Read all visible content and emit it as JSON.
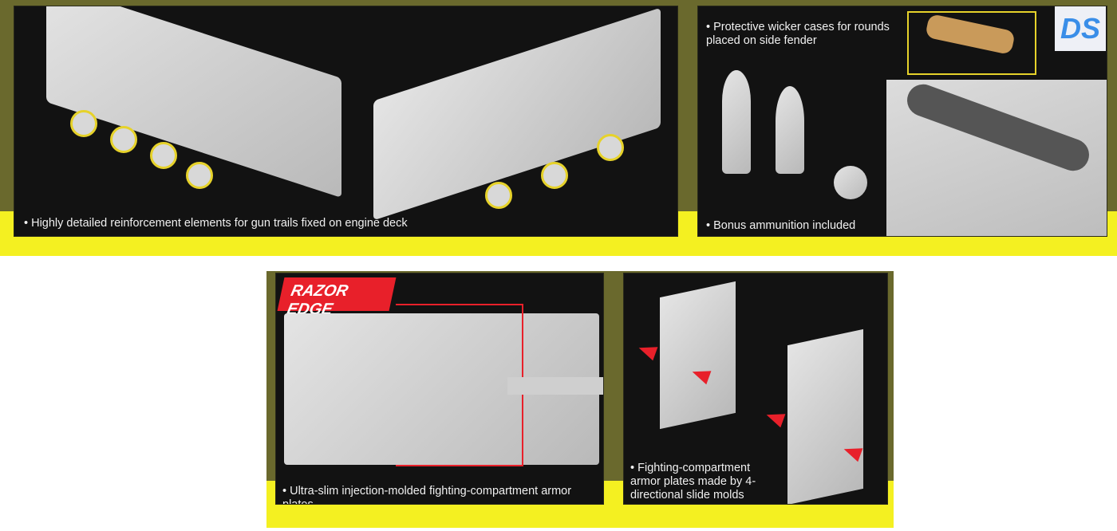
{
  "panels": {
    "engine_deck": {
      "caption": "Highly detailed reinforcement elements for gun trails fixed on engine deck"
    },
    "ammo": {
      "caption_top": "Protective wicker cases for rounds placed on side fender",
      "caption_bottom": "Bonus ammunition included"
    },
    "razor_edge": {
      "badge": "RAZOR EDGE",
      "caption": "Ultra-slim injection-molded fighting-compartment armor plates"
    },
    "armor_plates": {
      "caption": "Fighting-compartment armor plates made by 4-directional slide molds"
    }
  },
  "logo": {
    "text": "DS",
    "color": "#3a8ee8"
  },
  "colors": {
    "olive": "#6a692d",
    "yellow": "#f4f021",
    "panel": "#121212",
    "arrow": "#e8202a"
  }
}
